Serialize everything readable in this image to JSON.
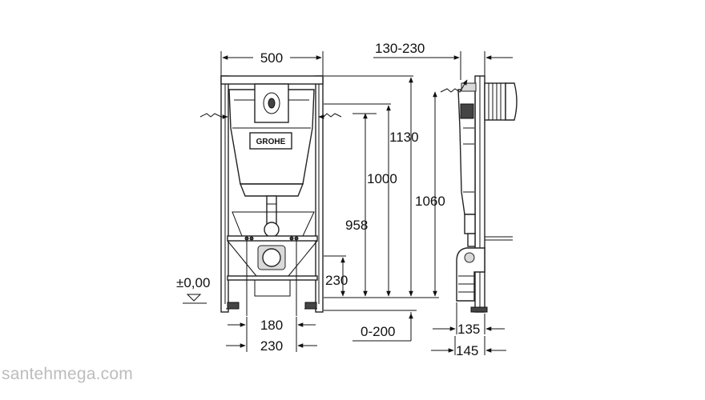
{
  "dimensions": {
    "width_500": "500",
    "depth_130_230": "130-230",
    "height_1130": "1130",
    "height_1000": "1000",
    "height_1060": "1060",
    "height_958": "958",
    "height_230": "230",
    "floor_level": "±0,00",
    "width_180": "180",
    "width_230": "230",
    "range_0_200": "0-200",
    "depth_135": "135",
    "depth_145": "145"
  },
  "brand_label": "GROHE",
  "watermark": "santehmega.com"
}
